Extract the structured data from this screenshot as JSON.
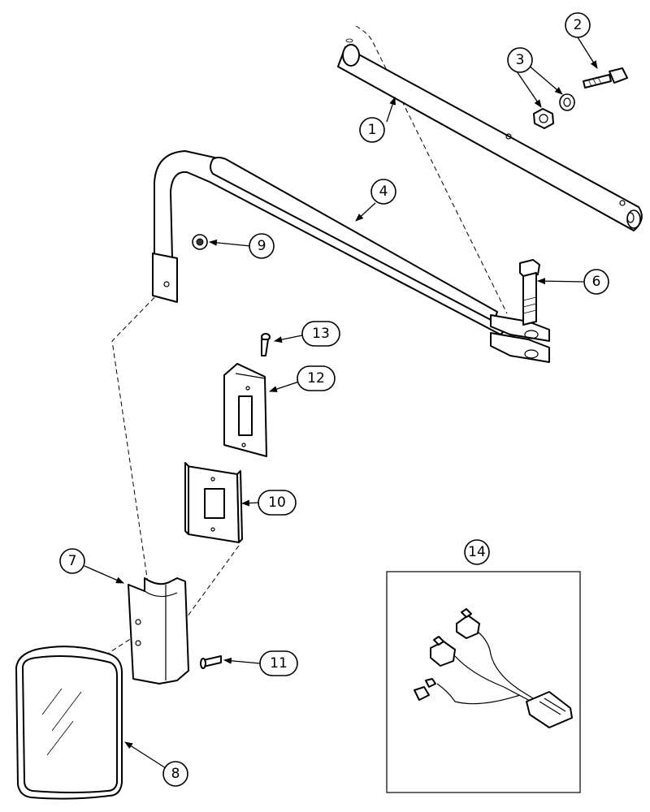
{
  "callouts": [
    {
      "id": "1",
      "label": "1"
    },
    {
      "id": "2",
      "label": "2"
    },
    {
      "id": "3",
      "label": "3"
    },
    {
      "id": "4",
      "label": "4"
    },
    {
      "id": "6",
      "label": "6"
    },
    {
      "id": "7",
      "label": "7"
    },
    {
      "id": "8",
      "label": "8"
    },
    {
      "id": "9",
      "label": "9"
    },
    {
      "id": "10",
      "label": "10"
    },
    {
      "id": "11",
      "label": "11"
    },
    {
      "id": "12",
      "label": "12"
    },
    {
      "id": "13",
      "label": "13"
    },
    {
      "id": "14",
      "label": "14"
    }
  ]
}
